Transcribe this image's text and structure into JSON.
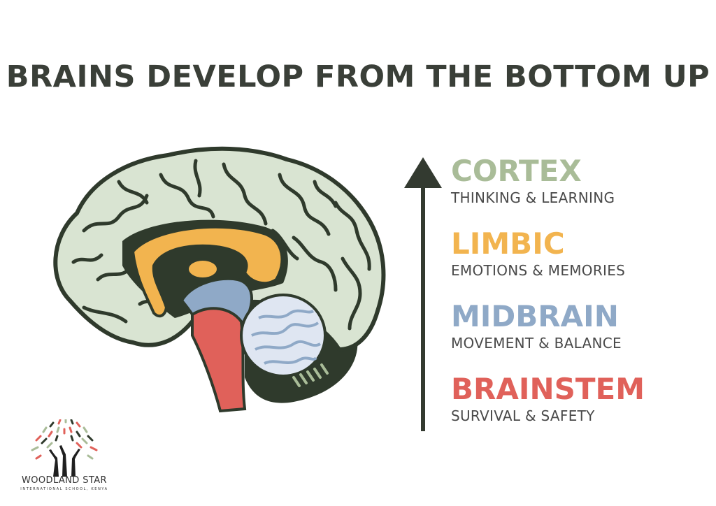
{
  "title": "BRAINS DEVELOP FROM THE BOTTOM UP",
  "colors": {
    "title": "#3a3f38",
    "cortex": "#a9bc98",
    "limbic": "#f2b44f",
    "midbrain": "#8fa9c7",
    "brainstem": "#e0615a",
    "description": "#4a4a4a",
    "arrow": "#333a30",
    "brain_cortex_fill": "#d9e4d2",
    "brain_outline": "#2f3a2c"
  },
  "levels": [
    {
      "name": "CORTEX",
      "description": "THINKING & LEARNING"
    },
    {
      "name": "LIMBIC",
      "description": "EMOTIONS & MEMORIES"
    },
    {
      "name": "MIDBRAIN",
      "description": "MOVEMENT & BALANCE"
    },
    {
      "name": "BRAINSTEM",
      "description": "SURVIVAL & SAFETY"
    }
  ],
  "logo": {
    "name": "WOODLAND STAR",
    "subtitle": "INTERNATIONAL SCHOOL, KENYA"
  }
}
